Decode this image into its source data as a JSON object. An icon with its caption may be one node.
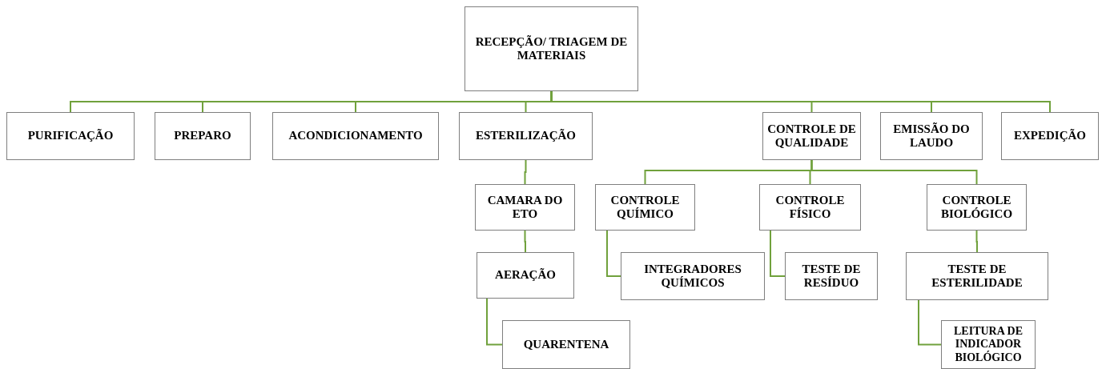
{
  "diagram": {
    "nodes": [
      {
        "text": [
          "RECEPÇÃO/ TRIAGEM DE MATERIAIS"
        ]
      },
      {
        "text": [
          "PURIFICAÇÃO"
        ]
      },
      {
        "text": [
          "PREPARO"
        ]
      },
      {
        "text": [
          "ACONDICIONAMENTO"
        ]
      },
      {
        "text": [
          "ESTERILIZAÇÃO"
        ]
      },
      {
        "text": [
          "CONTROLE DE QUALIDADE"
        ]
      },
      {
        "text": [
          "EMISSÃO DO LAUDO"
        ]
      },
      {
        "text": [
          "EXPEDIÇÃO"
        ]
      },
      {
        "text": [
          "CAMARA DO ETO"
        ]
      },
      {
        "text": [
          "AERAÇÃO"
        ]
      },
      {
        "text": [
          "QUARENTENA"
        ]
      },
      {
        "text": [
          "CONTROLE QUÍMICO"
        ]
      },
      {
        "text": [
          "INTEGRADORES QUÍMICOS"
        ]
      },
      {
        "text": [
          "CONTROLE FÍSICO"
        ]
      },
      {
        "text": [
          "TESTE DE RESÍDUO"
        ]
      },
      {
        "text": [
          "CONTROLE BIOLÓGICO"
        ]
      },
      {
        "text": [
          "TESTE DE ESTERILIDADE"
        ]
      },
      {
        "text": [
          "LEITURA DE INDICADOR BIOLÓGICO"
        ]
      }
    ],
    "edges": [
      {
        "from": 0,
        "to": 1,
        "arrow": "none"
      },
      {
        "from": 0,
        "to": 2,
        "arrow": "none"
      },
      {
        "from": 0,
        "to": 3,
        "arrow": "none"
      },
      {
        "from": 0,
        "to": 4,
        "arrow": "none"
      },
      {
        "from": 0,
        "to": 5,
        "arrow": "none"
      },
      {
        "from": 0,
        "to": 6,
        "arrow": "none"
      },
      {
        "from": 0,
        "to": 7,
        "arrow": "none"
      },
      {
        "from": 4,
        "to": 8,
        "arrow": "none"
      },
      {
        "from": 8,
        "to": 9,
        "arrow": "none"
      },
      {
        "from": 9,
        "to": 10,
        "arrow": "none"
      },
      {
        "from": 5,
        "to": 11,
        "arrow": "none"
      },
      {
        "from": 5,
        "to": 13,
        "arrow": "none"
      },
      {
        "from": 5,
        "to": 15,
        "arrow": "none"
      },
      {
        "from": 11,
        "to": 12,
        "arrow": "none"
      },
      {
        "from": 13,
        "to": 14,
        "arrow": "none"
      },
      {
        "from": 15,
        "to": 16,
        "arrow": "none"
      },
      {
        "from": 16,
        "to": 17,
        "arrow": "none"
      }
    ]
  }
}
